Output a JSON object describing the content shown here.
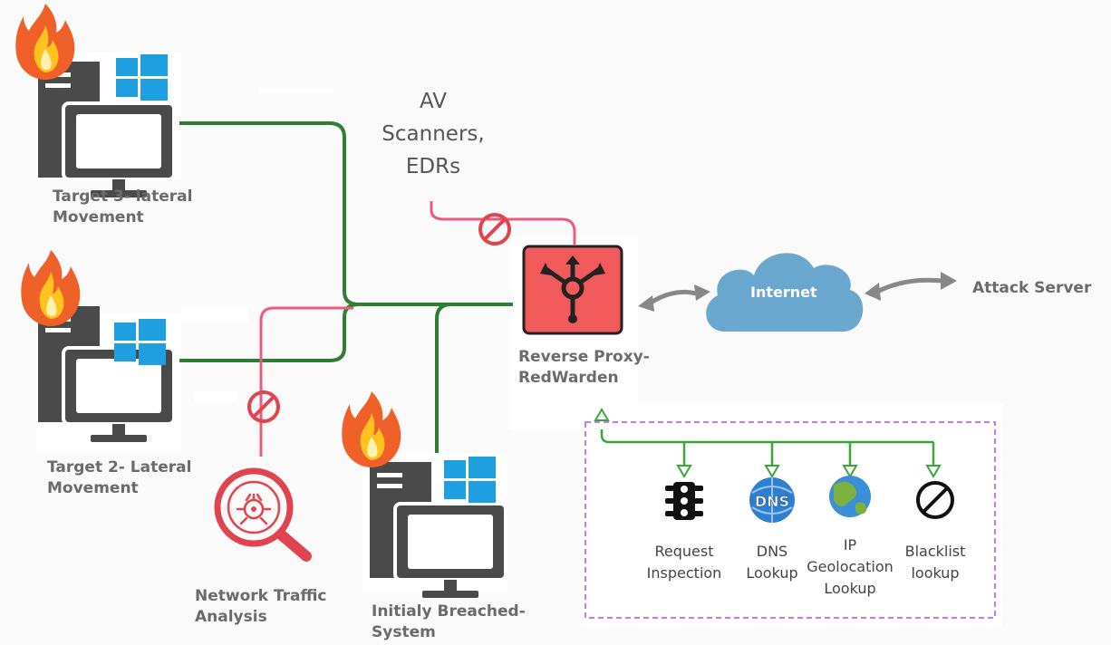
{
  "nodes": {
    "target3": "Target 3- lateral\nMovement",
    "target2": "Target 2- Lateral\nMovement",
    "initial": "Initialy Breached-\nSystem",
    "traffic": "Network Traffic\nAnalysis",
    "av": "AV\nScanners,\nEDRs",
    "proxy": "Reverse Proxy-\nRedWarden",
    "internet": "Internet",
    "attack": "Attack Server"
  },
  "checks": {
    "request": "Request\nInspection",
    "dns": "DNS\nLookup",
    "geo": "IP\nGeolocation\nLookup",
    "blacklist": "Blacklist\nlookup"
  },
  "icons": {
    "dns_badge": "DNS"
  },
  "colors": {
    "green_line": "#2e7d32",
    "red_line": "#ec5b7e",
    "block_red": "#e0444e",
    "proxy_red": "#f05a5a",
    "cloud_blue": "#6aa8cf",
    "windows_blue": "#1ea0e0",
    "purple_dash": "#c67be0"
  }
}
